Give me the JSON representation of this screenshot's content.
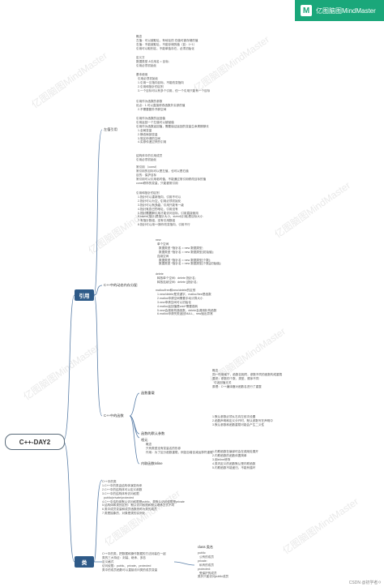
{
  "brand": {
    "name": "亿图脑图MindMaster",
    "icon": "mindmaster-logo-icon",
    "color": "#1aa77a"
  },
  "watermark": "亿图脑图MindMaster",
  "root": {
    "label": "C++-DAY2"
  },
  "branches": [
    {
      "label": "引用",
      "color": "#2e5a88"
    },
    {
      "label": "类",
      "color": "#2e5a88"
    }
  ],
  "ref_nodes": {
    "n1": "左值引用",
    "n2": "C++中的动态内存分配",
    "n3": "C++中的函数",
    "n3a": "函数重载",
    "n3b": "函数的默认参数",
    "n3c": "哑元",
    "n3d": "内联函数inline"
  },
  "class_nodes": {
    "n1": "class 类名",
    "n2": ""
  },
  "texts": {
    "t1": "概念\n左值：可以被取址，有地址的 在值可被存储的值\n右值：不能被取址，不能存储的值（如：1+1）\n引用可以取别名，不能单独存在，必须初始化",
    "t2": "定义方\n数据类型 &引用名 = 目标;\n引用必须初始化",
    "t3": "基本使用\n  引用必须初始化\n  1.引用一旦指向目标，不能改变指向\n  2.引用和指针的区别\n  3.一个目标可以有多个引用，但一个引用只能有一个目标",
    "t4": "引用作为函数的参数\n优点：1.可以直接修改函数外实参的值\n  2.不需要额外开辟空间",
    "t5": "引用作为函数的返回值\n引用返回一个左值可以被赋值\n引用作为函数返回值，需要保证返回的变量生命周期够长\n  1.全局变量\n  2.静态局部变量\n  3.堆区申请的空间\n  4.实参传递过来的引用",
    "t6": "结构体中的引用成员\n引用必须初始化",
    "t7": "常引用 （const）\n常引用的目标可以是左值，也可以是右值\n目的：保护目标\n常引用可以引用临时值，不能通过常引用修改目标的值\nconst修饰的变量，只能被常引用",
    "t8": "引用和指针的区别\n  1.指针可以重新指向，引用不可以\n  2.指针可以为空，引用必须初始化\n  3.指针可以有多级，引用只能有一级\n  4.指针有自己的地址，引用没有\n  5.指针需要解引用才能访问目标，引用直接使用\n  6.sizeof(指针)是指针大小，sizeof(引用)是目标大小\n  7.有指针数组，没有引用数组\n  8.指针可以用++操作改变指向，引用不行",
    "t9": "new\n  单个空间\n    数据类型 *指针名 = new 数据类型;\n    数据类型 *指针名 = new 数据类型(初始值);\n  连续空间\n    数据类型 *指针名 = new 数据类型[个数];\n    数据类型 *指针名 = new 数据类型[个数]{初始值};",
    "t10": "delete\n  释放单个空间：delete 指针名;\n  释放连续空间：delete []指针名;",
    "t11": "malloc/free和new/delete的区别\n  1.new/delete是关键字，malloc/free是函数\n  2.malloc申请空间需要手动计算大小\n  3.new申请空间可以初始化\n  4.malloc返回值是void*需要强转\n  5.new会调用构造函数，delete会调用析构函数\n  6.malloc申请失败返回NULL，new抛出异常",
    "t12": "概念\n同一作用域下，函数名相同，参数不同的函数构成重载\n要求：参数的个数、类型、顺序不同\n  与返回值无关\n原理：C++编译器对函数名进行了重整",
    "t13": "1.默认参数必须从右向左依次设置\n2.函数声明和定义分开时，默认参数写在声明中\n3.默认参数和函数重载可能会产生二义性",
    "t14": "概念\n只有类型没有变量名的形参\n作用：为了区分函数重载，例如自增自减运算符重载",
    "t15": "1.内联函数在编译时会在调用处展开\n2.内联函数的函数体要简单\n3.用inline修饰\n4.类内定义的函数默认是内联函数\n5.内联函数不能递归，不能有循环",
    "t16": "C++中的类\n1.C++中的类由结构体演变而来\n2.C++中的结构体可以定义函数\n3.C++中的结构体有访问权限\n  public/private/protected\n4.C++中结构体默认访问权限是public，类默认访问权限是private\n5.结构体和类的区别：默认访问权限和默认继承方式不同\n6.类中成员变量和成员函数统称为类的成员\n7.类是抽象的，对象是类的实例化",
    "t17": "C++中的类，把数据和操作数据的方法封装在一起\n类的三大特征：封装、继承、多态\n定义格式\n访问权限：public、private、protected\n类中的成员函数可以直接访问类的成员变量",
    "t18": "public:\n  公有的成员\nprivate:\n  私有的成员\nprotected:\n  受保护的成员\n类外只能访问public成员"
  },
  "footer": "CSDN @初学者ㅇ"
}
